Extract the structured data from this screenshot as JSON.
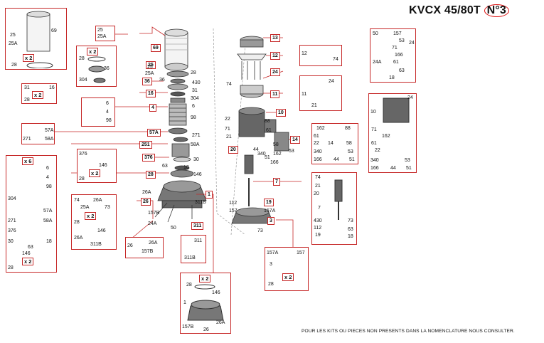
{
  "title": {
    "text": "KVCX 45/80T",
    "circled": "N°3"
  },
  "footer": "POUR LES KITS OU PIECES NON PRESENTS DANS LA NOMENCLATURE NOUS CONSULTER.",
  "callouts": {
    "c69": "69",
    "c25": "25",
    "c36": "36",
    "c16": "16",
    "c4": "4",
    "c57A": "57A",
    "c251": "251",
    "c376": "376",
    "c28": "28",
    "c26": "26",
    "c1": "1",
    "c311": "311",
    "c13": "13",
    "c12": "12",
    "c24": "24",
    "c11": "11",
    "c10": "10",
    "c14": "14",
    "c20": "20",
    "c7": "7",
    "c19": "19",
    "c3": "3",
    "cx2": "x 2"
  },
  "kits": {
    "k69": {
      "parts": [
        "25",
        "25A",
        "69"
      ],
      "qty": "x 2",
      "qty_part": "28"
    },
    "k25": {
      "parts": [
        "25",
        "25A"
      ]
    },
    "k36": {
      "qty": "x 2",
      "parts": [
        "28",
        "36",
        "304"
      ]
    },
    "k16": {
      "parts": [
        "31",
        "16"
      ],
      "qty": "x 2",
      "qty_part": "28"
    },
    "k4": {
      "parts": [
        "6",
        "4",
        "98"
      ]
    },
    "k57A": {
      "parts": [
        "57A",
        "271",
        "58A"
      ]
    },
    "k251": {
      "qty": "x 6",
      "parts": [
        "6",
        "4",
        "98",
        "304",
        "57A",
        "271",
        "58A",
        "376",
        "30",
        "18",
        "63",
        "146"
      ],
      "qty2": "x 2",
      "qty2_part": "28"
    },
    "k376": {
      "parts": [
        "376",
        "146"
      ],
      "qty": "x 2",
      "qty_part": "28"
    },
    "k28": {
      "parts": [
        "74",
        "26A",
        "25A",
        "73",
        "28",
        "146",
        "26A",
        "311B"
      ],
      "qty": "x 2"
    },
    "k26": {
      "parts": [
        "26",
        "26A",
        "157B"
      ]
    },
    "k311": {
      "parts": [
        "311",
        "311B"
      ]
    },
    "k1": {
      "qty": "x 2",
      "parts": [
        "28",
        "146",
        "1",
        "157B",
        "26",
        "26A"
      ]
    },
    "k12": {
      "parts": [
        "12",
        "74"
      ]
    },
    "k24": {
      "parts": [
        "50",
        "157",
        "53",
        "24",
        "71",
        "166",
        "61",
        "24A",
        "63",
        "18"
      ]
    },
    "k11": {
      "parts": [
        "24",
        "11",
        "21"
      ]
    },
    "k10": {
      "parts": [
        "24",
        "10",
        "71",
        "162",
        "61",
        "22",
        "340",
        "166",
        "44",
        "51",
        "53"
      ]
    },
    "k14": {
      "parts": [
        "162",
        "88",
        "61",
        "22",
        "14",
        "58",
        "340",
        "53",
        "166",
        "44",
        "51"
      ]
    },
    "k7": {
      "parts": [
        "74",
        "21",
        "20",
        "7",
        "430",
        "73",
        "112",
        "63",
        "19",
        "18"
      ]
    },
    "k3": {
      "parts": [
        "157A",
        "157",
        "3",
        "28"
      ],
      "qty": "x 2"
    }
  },
  "main_labels": {
    "left_stack": [
      "25",
      "25A",
      "36",
      "28",
      "430",
      "31",
      "304",
      "6",
      "98",
      "271",
      "58A",
      "30",
      "63",
      "18",
      "146"
    ],
    "base": [
      "26A",
      "157B",
      "24A",
      "50",
      "311B"
    ],
    "motor": [
      "74",
      "22",
      "71",
      "21",
      "88",
      "61",
      "44",
      "340",
      "51",
      "166",
      "162",
      "58",
      "53"
    ],
    "bottom": [
      "112",
      "157",
      "157A",
      "73"
    ]
  }
}
